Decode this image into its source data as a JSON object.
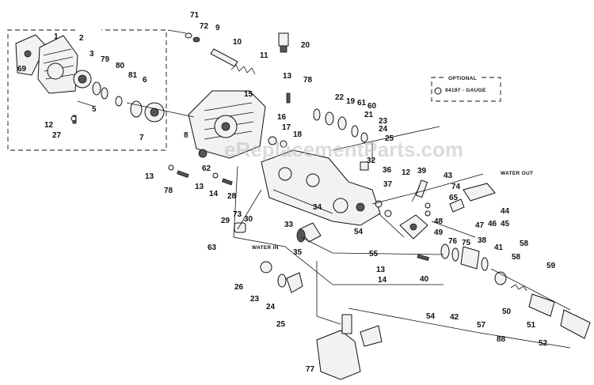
{
  "watermark": "eReplacementParts.com",
  "optional": {
    "title": "OPTIONAL",
    "text": "94197 - GAUGE"
  },
  "labels": {
    "water_out": "WATER OUT",
    "water_in": "WATER IN"
  },
  "callouts": [
    {
      "id": "c1",
      "text": "1"
    },
    {
      "id": "c2",
      "text": "2"
    },
    {
      "id": "c3",
      "text": "3"
    },
    {
      "id": "c79",
      "text": "79"
    },
    {
      "id": "c80",
      "text": "80"
    },
    {
      "id": "c81",
      "text": "81"
    },
    {
      "id": "c6",
      "text": "6"
    },
    {
      "id": "c5",
      "text": "5"
    },
    {
      "id": "c69",
      "text": "69"
    },
    {
      "id": "c12a",
      "text": "12"
    },
    {
      "id": "c27",
      "text": "27"
    },
    {
      "id": "c7",
      "text": "7"
    },
    {
      "id": "c71",
      "text": "71"
    },
    {
      "id": "c72",
      "text": "72"
    },
    {
      "id": "c9",
      "text": "9"
    },
    {
      "id": "c10",
      "text": "10"
    },
    {
      "id": "c11",
      "text": "11"
    },
    {
      "id": "c20",
      "text": "20"
    },
    {
      "id": "c13a",
      "text": "13"
    },
    {
      "id": "c78a",
      "text": "78"
    },
    {
      "id": "c15",
      "text": "15"
    },
    {
      "id": "c8",
      "text": "8"
    },
    {
      "id": "c22",
      "text": "22"
    },
    {
      "id": "c19",
      "text": "19"
    },
    {
      "id": "c61",
      "text": "61"
    },
    {
      "id": "c60",
      "text": "60"
    },
    {
      "id": "c21",
      "text": "21"
    },
    {
      "id": "c23a",
      "text": "23"
    },
    {
      "id": "c24a",
      "text": "24"
    },
    {
      "id": "c25a",
      "text": "25"
    },
    {
      "id": "c16",
      "text": "16"
    },
    {
      "id": "c17",
      "text": "17"
    },
    {
      "id": "c18",
      "text": "18"
    },
    {
      "id": "c62",
      "text": "62"
    },
    {
      "id": "c13b",
      "text": "13"
    },
    {
      "id": "c78b",
      "text": "78"
    },
    {
      "id": "c13c",
      "text": "13"
    },
    {
      "id": "c14a",
      "text": "14"
    },
    {
      "id": "c28",
      "text": "28"
    },
    {
      "id": "c29",
      "text": "29"
    },
    {
      "id": "c73",
      "text": "73"
    },
    {
      "id": "c30",
      "text": "30"
    },
    {
      "id": "c33",
      "text": "33"
    },
    {
      "id": "c34",
      "text": "34"
    },
    {
      "id": "c32",
      "text": "32"
    },
    {
      "id": "c36a",
      "text": "36"
    },
    {
      "id": "c37",
      "text": "37"
    },
    {
      "id": "c12b",
      "text": "12"
    },
    {
      "id": "c39",
      "text": "39"
    },
    {
      "id": "c43",
      "text": "43"
    },
    {
      "id": "c74",
      "text": "74"
    },
    {
      "id": "c65",
      "text": "65"
    },
    {
      "id": "c44",
      "text": "44"
    },
    {
      "id": "c46",
      "text": "46"
    },
    {
      "id": "c45",
      "text": "45"
    },
    {
      "id": "c47",
      "text": "47"
    },
    {
      "id": "c48",
      "text": "48"
    },
    {
      "id": "c49",
      "text": "49"
    },
    {
      "id": "c54a",
      "text": "54"
    },
    {
      "id": "c55",
      "text": "55"
    },
    {
      "id": "c76a",
      "text": "76"
    },
    {
      "id": "c75",
      "text": "75"
    },
    {
      "id": "c38",
      "text": "38"
    },
    {
      "id": "c41",
      "text": "41"
    },
    {
      "id": "c58a",
      "text": "58"
    },
    {
      "id": "c58b",
      "text": "58"
    },
    {
      "id": "c63",
      "text": "63"
    },
    {
      "id": "c35",
      "text": "35"
    },
    {
      "id": "c13d",
      "text": "13"
    },
    {
      "id": "c14b",
      "text": "14"
    },
    {
      "id": "c40",
      "text": "40"
    },
    {
      "id": "c59",
      "text": "59"
    },
    {
      "id": "c26",
      "text": "26"
    },
    {
      "id": "c23b",
      "text": "23"
    },
    {
      "id": "c24b",
      "text": "24"
    },
    {
      "id": "c25b",
      "text": "25"
    },
    {
      "id": "c54b",
      "text": "54"
    },
    {
      "id": "c42",
      "text": "42"
    },
    {
      "id": "c57",
      "text": "57"
    },
    {
      "id": "c50",
      "text": "50"
    },
    {
      "id": "c51",
      "text": "51"
    },
    {
      "id": "c88",
      "text": "88"
    },
    {
      "id": "c52",
      "text": "52"
    },
    {
      "id": "c77",
      "text": "77"
    }
  ]
}
